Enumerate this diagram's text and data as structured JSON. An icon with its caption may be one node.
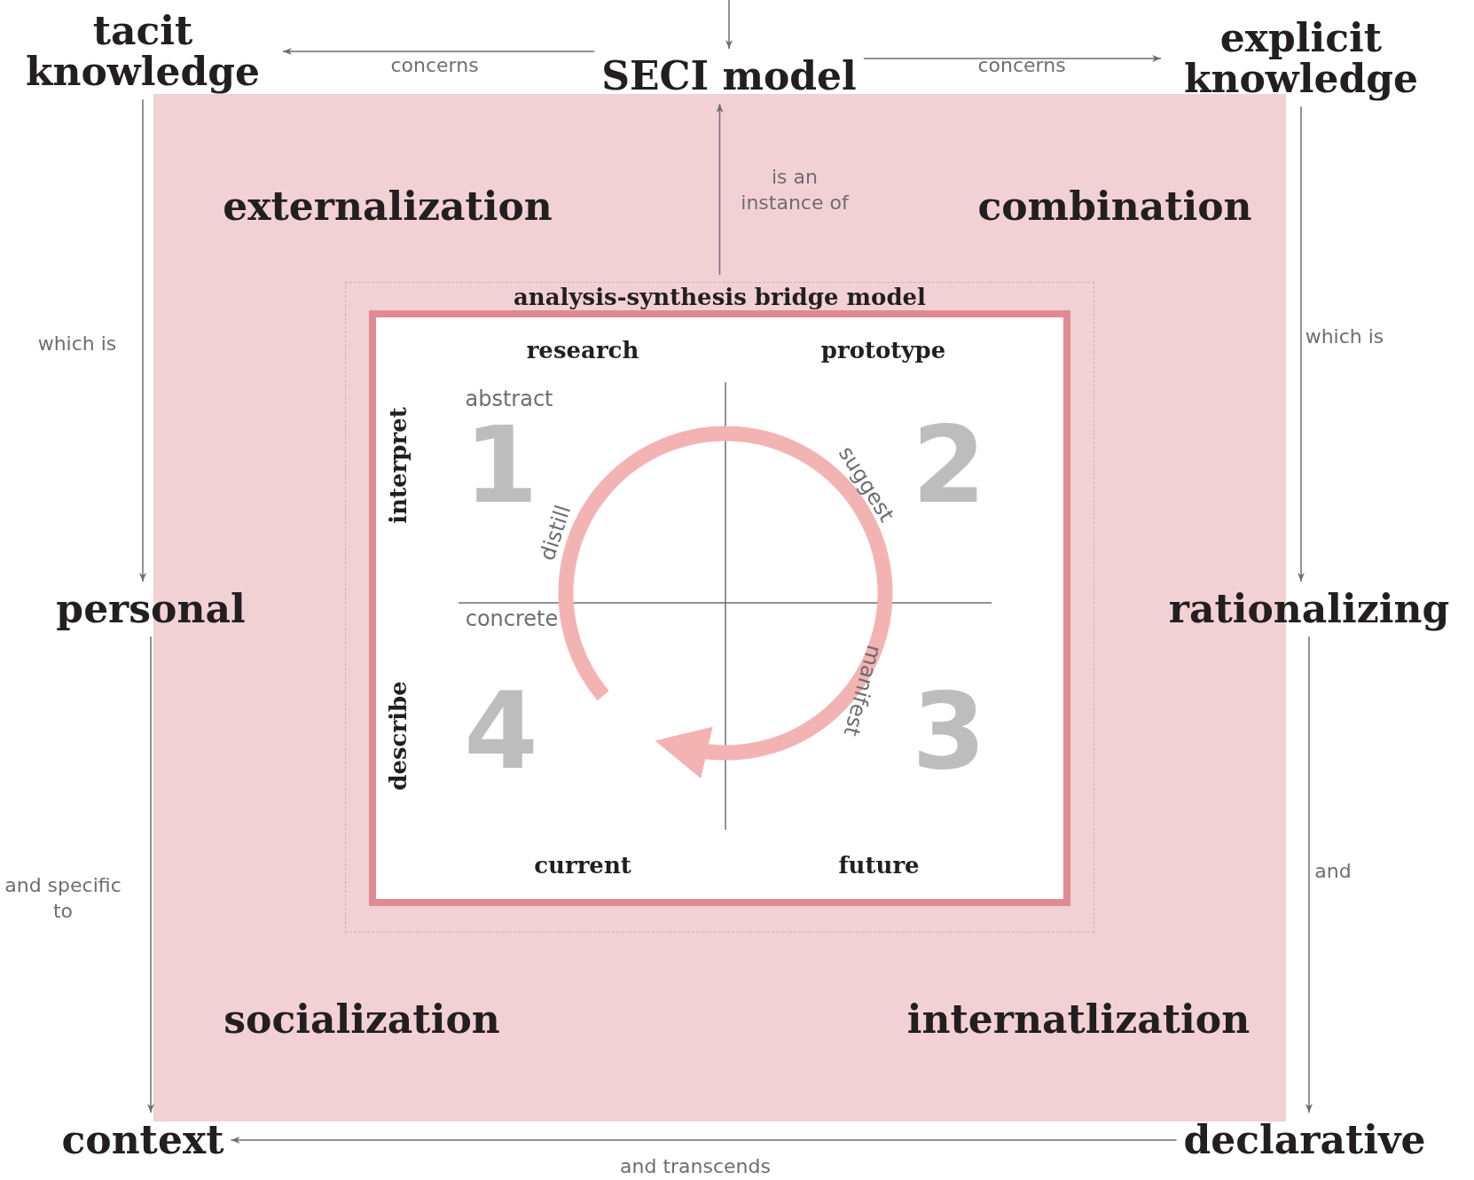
{
  "diagram": {
    "nodes": [
      {
        "text": [
          "tacit knowledge"
        ]
      },
      {
        "text": [
          "SECI model"
        ]
      },
      {
        "text": [
          "explicit knowledge"
        ]
      },
      {
        "text": [
          "analysis-synthesis bridge model"
        ]
      },
      {
        "text": [
          "personal"
        ]
      },
      {
        "text": [
          "rationalizing"
        ]
      },
      {
        "text": [
          "context"
        ]
      },
      {
        "text": [
          "declarative"
        ]
      }
    ],
    "edges": [
      {
        "from": null,
        "to": 1,
        "arrow": "to"
      },
      {
        "from": 1,
        "to": 0,
        "label": "concerns",
        "arrow": "to"
      },
      {
        "from": 1,
        "to": 2,
        "label": "concerns",
        "arrow": "to"
      },
      {
        "from": 3,
        "to": 1,
        "label": "is an instance of",
        "arrow": "to"
      },
      {
        "from": 0,
        "to": 4,
        "label": "which is",
        "arrow": "to"
      },
      {
        "from": 4,
        "to": 6,
        "label": "and specific to",
        "arrow": "to"
      },
      {
        "from": 2,
        "to": 5,
        "label": "which is",
        "arrow": "to"
      },
      {
        "from": 5,
        "to": 7,
        "label": "and",
        "arrow": "to"
      },
      {
        "from": 7,
        "to": 6,
        "label": "and transcends",
        "arrow": "to"
      }
    ],
    "labels": [
      "externalization",
      "combination",
      "research",
      "prototype",
      "abstract",
      "interpret",
      "1",
      "suggest",
      "2",
      "distill",
      "concrete",
      "describe",
      "4",
      "manifest",
      "3",
      "current",
      "future",
      "socialization",
      "internatlization"
    ]
  }
}
